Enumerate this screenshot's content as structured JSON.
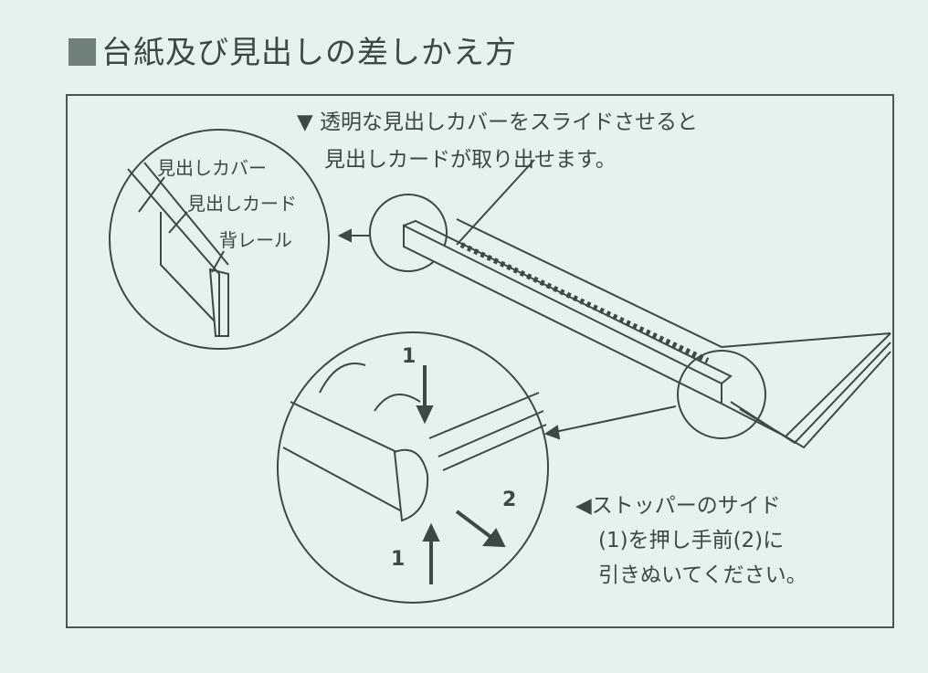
{
  "title": "台紙及び見出しの差しかえ方",
  "top_note": {
    "marker": "▼",
    "line1": "透明な見出しカバーをスライドさせると",
    "line2": "見出しカードが取り出せます。"
  },
  "detail_labels": {
    "cover": "見出しカバー",
    "card": "見出しカード",
    "rail": "背レール"
  },
  "stopper_note": {
    "marker": "◀",
    "line1": "ストッパーのサイド",
    "line2": "(1)を押し手前(2)に",
    "line3": "引きぬいてください。"
  },
  "step_numbers": {
    "push_top": "1",
    "push_bottom": "1",
    "pull": "2"
  },
  "colors": {
    "background": "#e5f3ec",
    "ink": "#3c4a45"
  }
}
